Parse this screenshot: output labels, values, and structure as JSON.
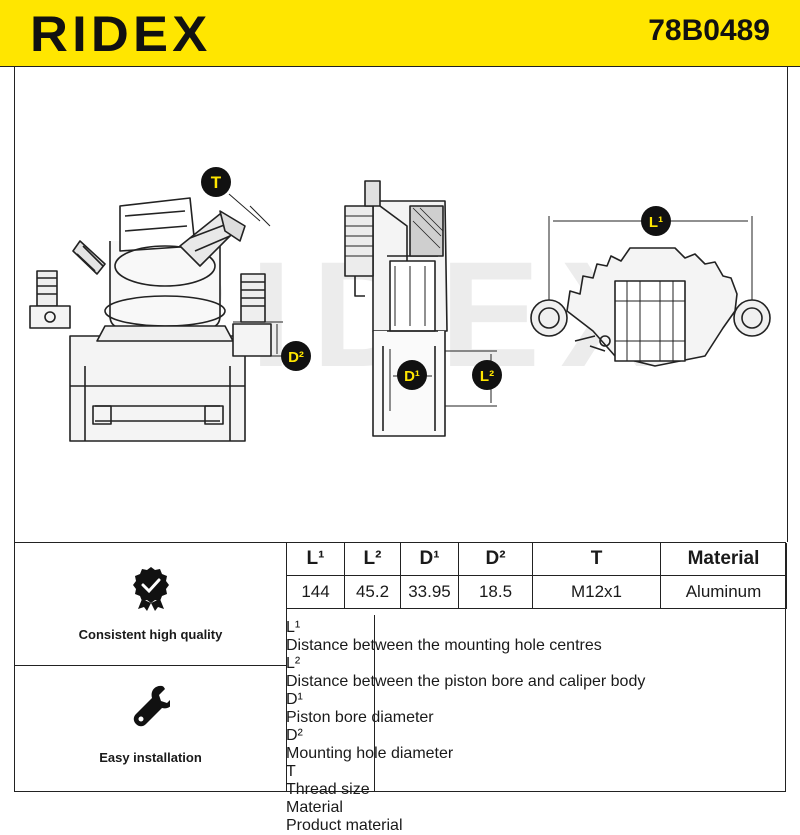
{
  "header": {
    "brand": "RIDEX",
    "part_number": "78B0489",
    "background_color": "#ffe600"
  },
  "drawing": {
    "callouts": [
      {
        "id": "T",
        "label": "T"
      },
      {
        "id": "D2",
        "label": "D²"
      },
      {
        "id": "D1",
        "label": "D¹"
      },
      {
        "id": "L2",
        "label": "L²"
      },
      {
        "id": "L1",
        "label": "L¹"
      }
    ],
    "watermark": "RIDEX"
  },
  "features": [
    {
      "label": "Consistent high quality",
      "icon": "quality-badge-icon"
    },
    {
      "label": "Easy installation",
      "icon": "wrench-icon"
    }
  ],
  "specs": {
    "columns": [
      "L¹",
      "L²",
      "D¹",
      "D²",
      "T",
      "Material"
    ],
    "values": [
      "144",
      "45.2",
      "33.95",
      "18.5",
      "M12x1",
      "Aluminum"
    ]
  },
  "legend": [
    {
      "key": "L¹",
      "desc": "Distance between the mounting hole centres"
    },
    {
      "key": "L²",
      "desc": "Distance between the piston bore and caliper body"
    },
    {
      "key": "D¹",
      "desc": "Piston bore diameter"
    },
    {
      "key": "D²",
      "desc": "Mounting hole diameter"
    },
    {
      "key": "T",
      "desc": "Thread size"
    },
    {
      "key": "Material",
      "desc": "Product material"
    }
  ]
}
